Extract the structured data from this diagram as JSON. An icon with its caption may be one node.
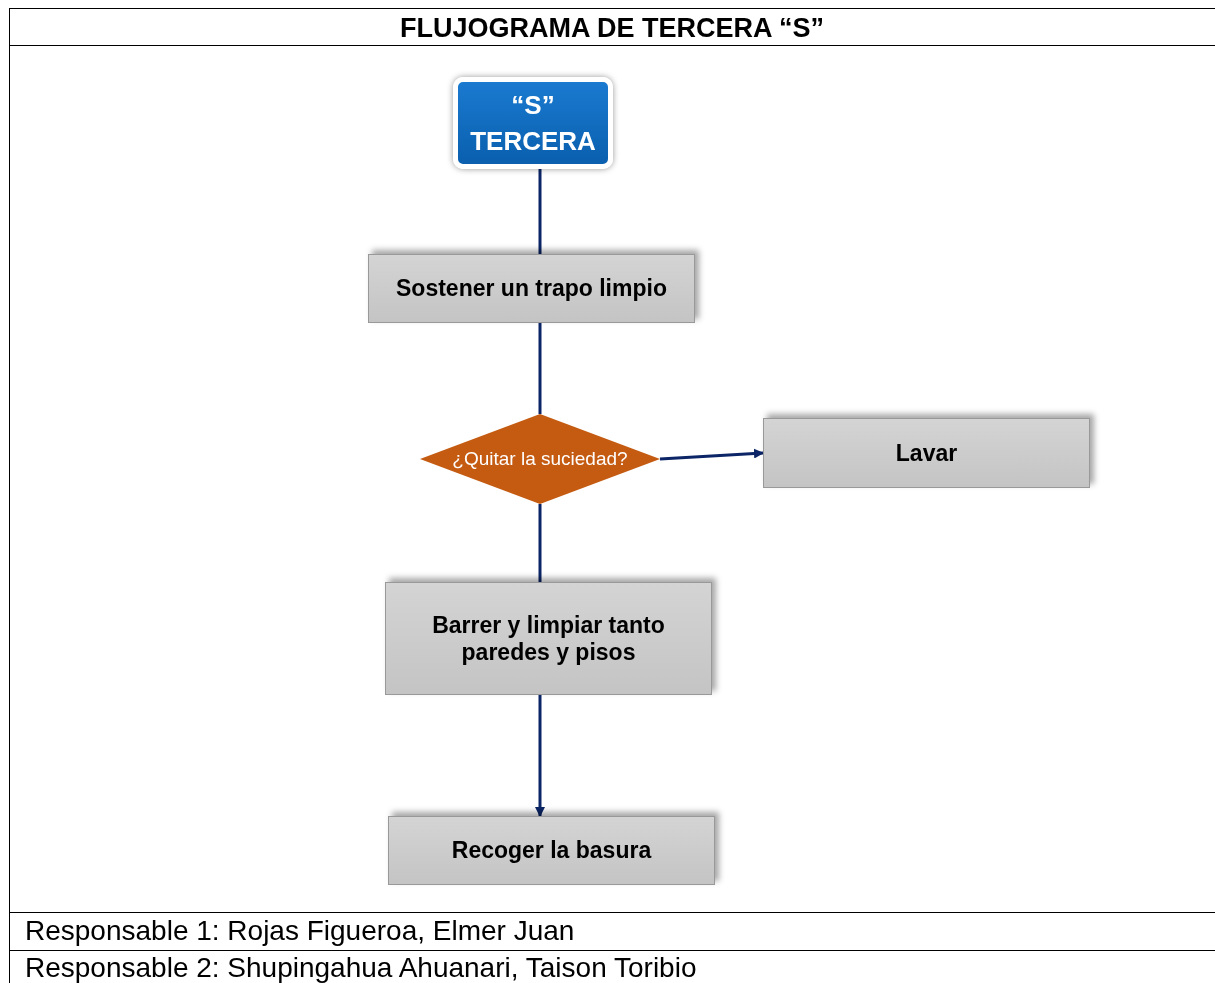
{
  "diagram": {
    "title": "FLUJOGRAMA DE TERCERA “S”",
    "nodes": [
      {
        "text": [
          "“S” TERCERA"
        ]
      },
      {
        "text": [
          "Sostener un trapo limpio"
        ]
      },
      {
        "text": [
          "¿Quitar la suciedad?"
        ]
      },
      {
        "text": [
          "Lavar"
        ]
      },
      {
        "text": [
          "Barrer y limpiar tanto paredes y pisos"
        ]
      },
      {
        "text": [
          "Recoger la basura"
        ]
      }
    ],
    "edges": [
      {
        "from": 0,
        "to": 1,
        "arrow": "none"
      },
      {
        "from": 1,
        "to": 2,
        "arrow": "none"
      },
      {
        "from": 2,
        "to": 3,
        "arrow": "to"
      },
      {
        "from": 2,
        "to": 4,
        "arrow": "none"
      },
      {
        "from": 4,
        "to": 5,
        "arrow": "to"
      }
    ],
    "labels": [
      "Responsable 1: Rojas Figueroa, Elmer Juan",
      "Responsable 2: Shupingahua Ahuanari, Taison Toribio"
    ]
  }
}
